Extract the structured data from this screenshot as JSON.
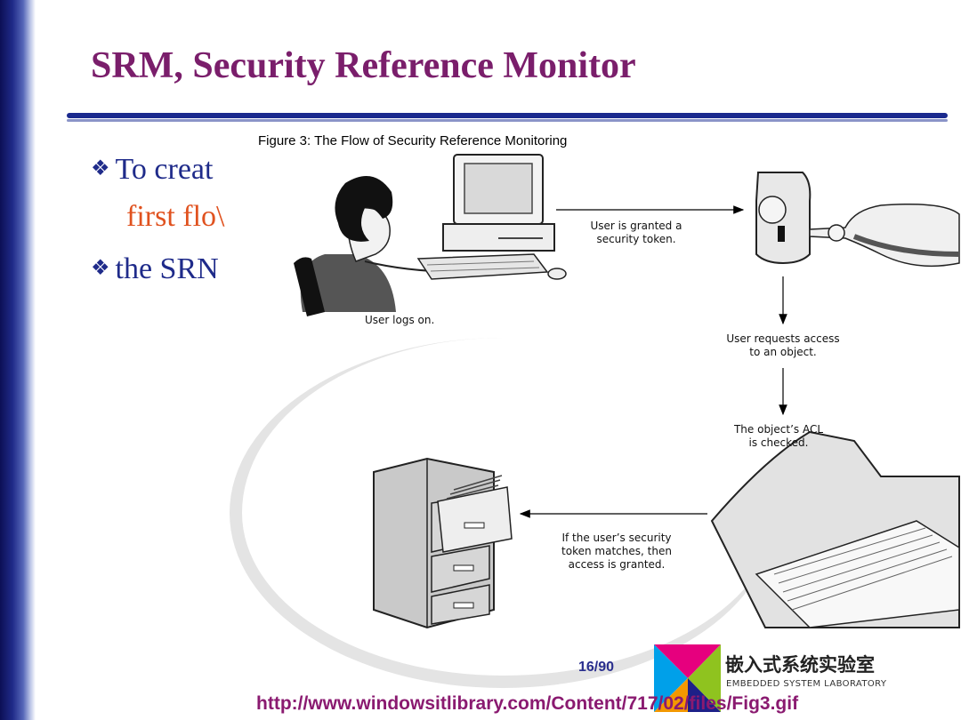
{
  "slide": {
    "title": "SRM, Security Reference Monitor",
    "bullets": [
      {
        "line1": "To creat",
        "line2": "first flo\\"
      },
      {
        "line1": "the SRN"
      }
    ],
    "page_number": "16/90",
    "url": "http://www.windowsitlibrary.com/Content/717/02/files/Fig3.gif"
  },
  "figure": {
    "title": "Figure 3: The Flow of Security Reference Monitoring",
    "labels": {
      "user_logs_on": "User logs on.",
      "granted_token_1": "User is granted a",
      "granted_token_2": "security token.",
      "requests_access_1": "User requests access",
      "requests_access_2": "to an object.",
      "acl_checked_1": "The object’s ACL",
      "acl_checked_2": "is checked.",
      "access_granted_1": "If the user’s security",
      "access_granted_2": "token matches, then",
      "access_granted_3": "access is granted."
    }
  },
  "logo": {
    "chinese": "嵌入式系统实验室",
    "english": "EMBEDDED SYSTEM LABORATORY",
    "colors": [
      "#e6007e",
      "#00a0e9",
      "#8fc31f",
      "#f39800",
      "#1d2088"
    ]
  }
}
